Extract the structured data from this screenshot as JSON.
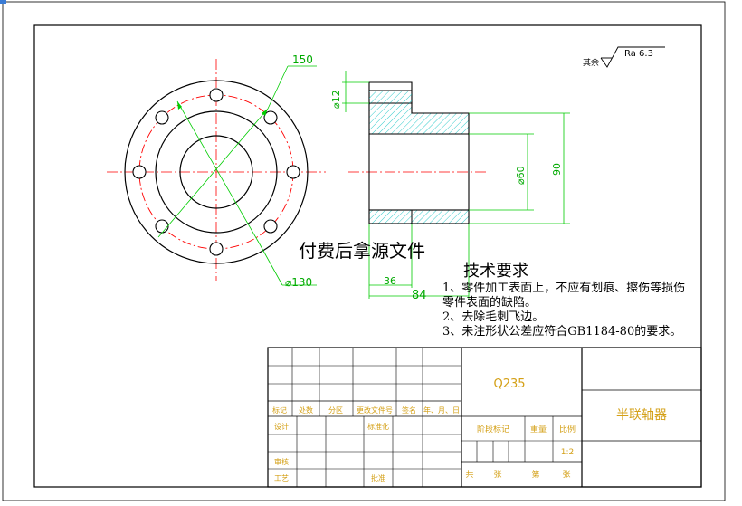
{
  "roughness": {
    "prefix": "其余",
    "value": "Ra 6.3"
  },
  "dimensions": {
    "bolt_circle": "150",
    "outer_diameter": "⌀130",
    "hole": "⌀12",
    "bore": "⌀60",
    "height": "90",
    "shoulder": "36",
    "length": "84"
  },
  "watermark": "付费后拿源文件",
  "tech_req": {
    "title": "技术要求",
    "line1": "1、零件加工表面上，不应有划痕、擦伤等损伤",
    "line2": "零件表面的缺陷。",
    "line3": "2、去除毛刺飞边。",
    "line4": "3、未注形状公差应符合GB1184-80的要求。"
  },
  "title_block": {
    "material": "Q235",
    "part_name": "半联轴器",
    "headers": [
      "标记",
      "处数",
      "分区",
      "更改文件号",
      "签名",
      "年、月、日"
    ],
    "design": "设计",
    "standardize": "标准化",
    "review": "审核",
    "process": "工艺",
    "approve": "批准",
    "stage_mark": "阶段标记",
    "weight": "重量",
    "scale_label": "比例",
    "scale_value": "1:2",
    "total": "共",
    "sheets": "张",
    "sheet_no": "第",
    "sheet_unit": "张"
  }
}
